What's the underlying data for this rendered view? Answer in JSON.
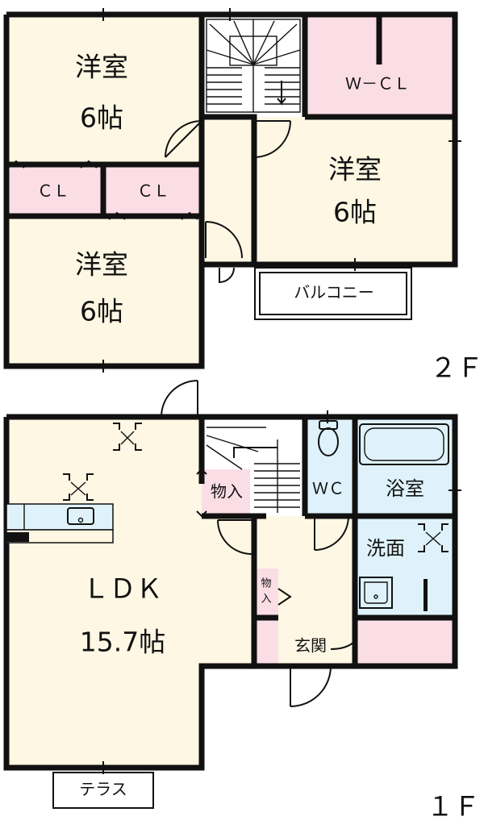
{
  "floor2": {
    "label": "２Ｆ",
    "room_nw": {
      "name": "洋室",
      "size": "6帖"
    },
    "room_sw": {
      "name": "洋室",
      "size": "6帖"
    },
    "room_e": {
      "name": "洋室",
      "size": "6帖"
    },
    "closet_left": "ＣＬ",
    "closet_right": "ＣＬ",
    "wcl": "Ｗ－ＣＬ",
    "balcony": "バルコニー"
  },
  "floor1": {
    "label": "１Ｆ",
    "ldk": {
      "name": "ＬＤＫ",
      "size": "15.7帖"
    },
    "storage_stair": "物入",
    "storage_hall": "物入",
    "wc": "ＷＣ",
    "bath": "浴室",
    "washroom": "洗面",
    "entrance": "玄関",
    "terrace": "テラス"
  },
  "colors": {
    "room": "#fdf7e3",
    "closet": "#fbdde5",
    "wet": "#dff2fb",
    "wall": "#111111"
  }
}
